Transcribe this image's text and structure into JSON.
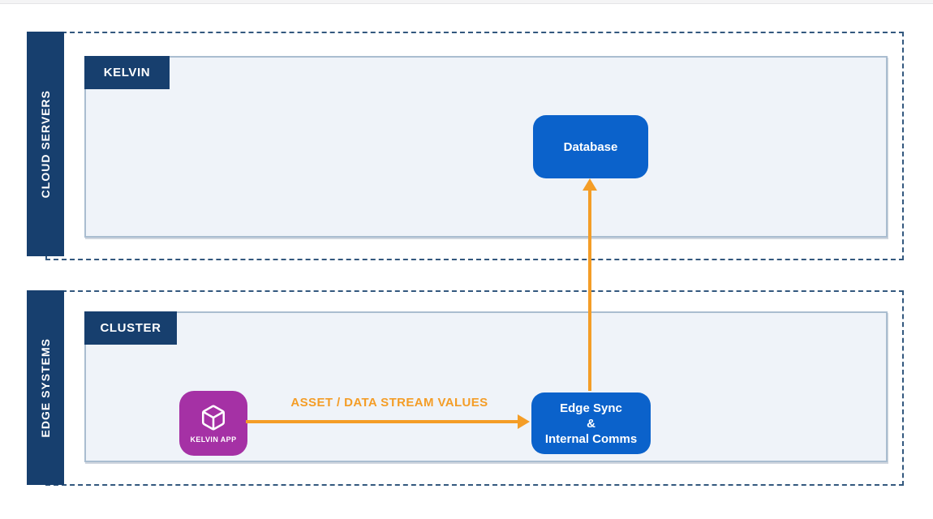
{
  "colors": {
    "navy": "#173f6e",
    "dashed_border": "#33587e",
    "node_blue": "#0b62cb",
    "zone_fill": "#eff3f9",
    "zone_border": "#aabdd0",
    "magenta": "#a531a5",
    "orange": "#f49d27"
  },
  "cloud_zone": {
    "sidebar_label": "CLOUD SERVERS",
    "tab_label": "KELVIN",
    "database_label": "Database"
  },
  "edge_zone": {
    "sidebar_label": "EDGE SYSTEMS",
    "tab_label": "CLUSTER",
    "kelvin_app_label": "KELVIN APP",
    "edge_sync_lines": {
      "l1": "Edge Sync",
      "l2": "&",
      "l3": "Internal Comms"
    }
  },
  "arrows": {
    "stream_label": "ASSET / DATA STREAM VALUES"
  }
}
